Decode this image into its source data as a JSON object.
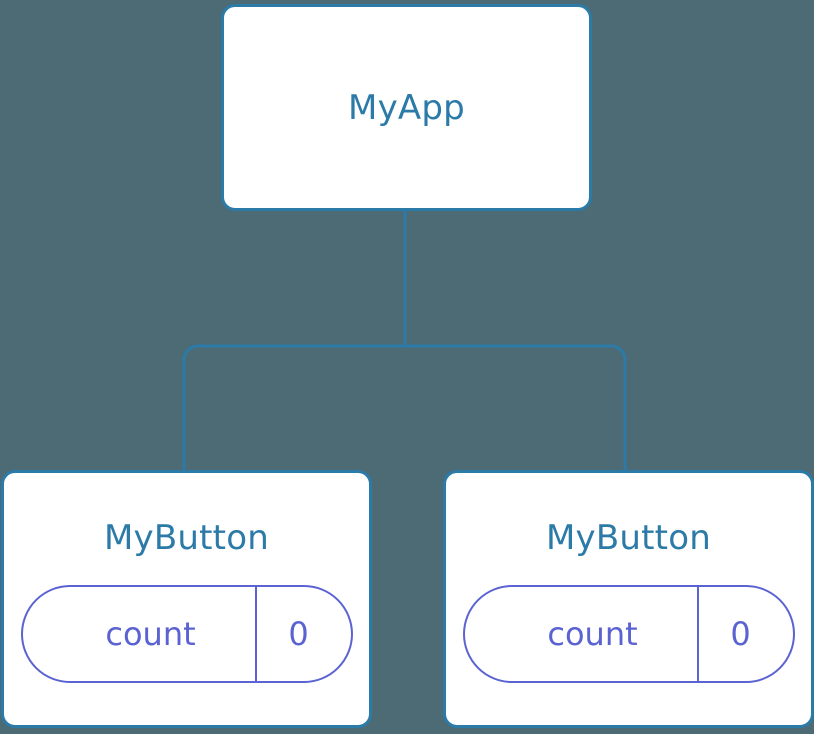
{
  "diagram": {
    "type": "component-tree",
    "background_color": "#4c6b75",
    "node_border_color": "#2c7aa8",
    "node_title_color": "#2c7aa8",
    "node_fill_color": "#ffffff",
    "connector_color": "#2c7aa8",
    "property_color": "#5b63d3"
  },
  "root": {
    "title": "MyApp"
  },
  "children": [
    {
      "title": "MyButton",
      "property": {
        "key": "count",
        "value": "0"
      }
    },
    {
      "title": "MyButton",
      "property": {
        "key": "count",
        "value": "0"
      }
    }
  ]
}
